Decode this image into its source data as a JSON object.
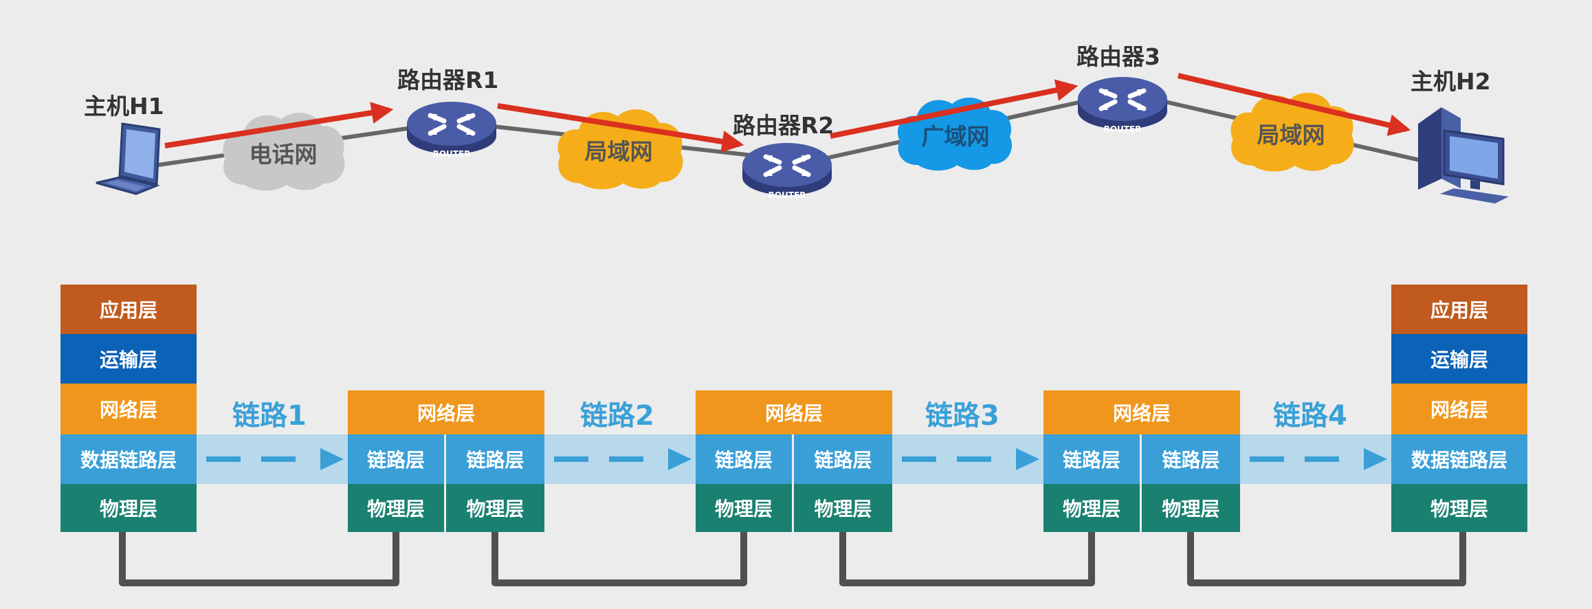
{
  "top": {
    "host1": "主机H1",
    "host2": "主机H2",
    "router1": "路由器R1",
    "router2": "路由器R2",
    "router3": "路由器3",
    "router_badge": "ROUTER",
    "cloud_phone": "电话网",
    "cloud_lan1": "局域网",
    "cloud_wan": "广域网",
    "cloud_lan2": "局域网"
  },
  "links": [
    "链路1",
    "链路2",
    "链路3",
    "链路4"
  ],
  "host_stack": [
    "应用层",
    "运输层",
    "网络层",
    "数据链路层",
    "物理层"
  ],
  "router_stack": {
    "network": "网络层",
    "link": "链路层",
    "physical": "物理层"
  },
  "colors": {
    "application": "#c05a1e",
    "transport": "#0b62b7",
    "network": "#f1961c",
    "datalink": "#3a9fd7",
    "physical": "#1a8070",
    "path_arrow": "#d9301f",
    "cloud_gray": "#c8c8c8",
    "cloud_orange": "#f5ad1a",
    "cloud_blue": "#1598e6",
    "router_body": "#3f4f96"
  },
  "icons": [
    "laptop-icon",
    "desktop-computer-icon",
    "router-icon",
    "cloud-icon",
    "arrow-icon"
  ]
}
